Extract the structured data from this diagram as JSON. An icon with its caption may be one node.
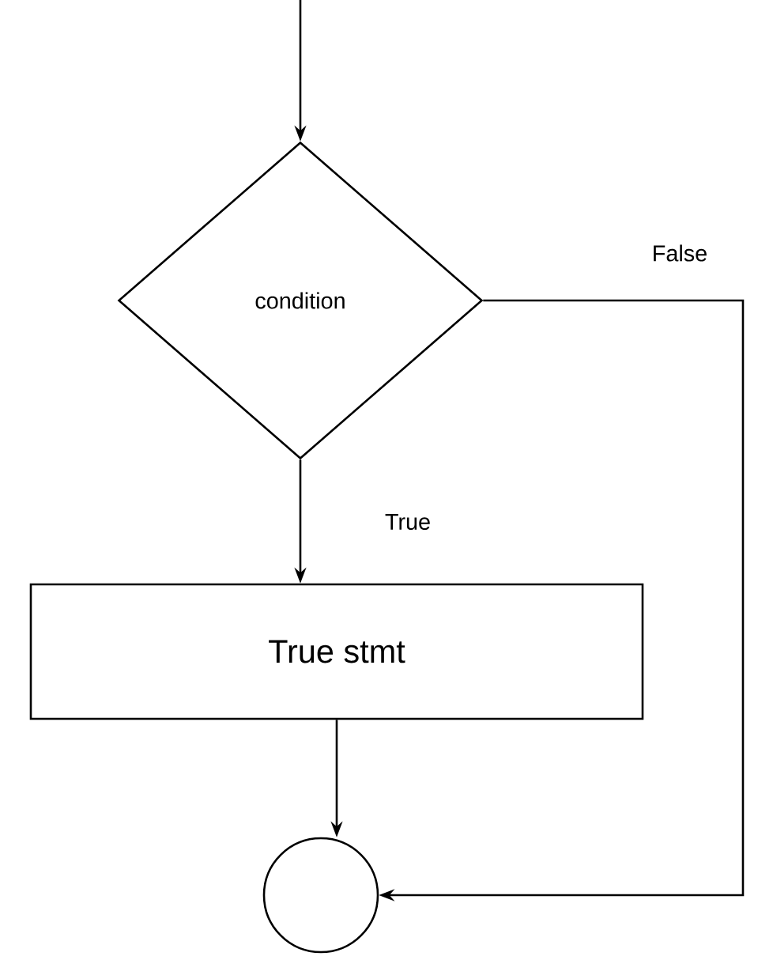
{
  "diagram": {
    "nodes": [
      {
        "text": [
          "condition"
        ]
      },
      {
        "text": [
          "True stmt"
        ]
      },
      {
        "text": [],
        "shape": "circle"
      }
    ],
    "edges": [
      {
        "from": null,
        "to": 0,
        "arrow": "to"
      },
      {
        "from": 0,
        "to": 1,
        "arrow": "to",
        "label": "True"
      },
      {
        "from": 0,
        "to": 2,
        "arrow": "to",
        "label": "False"
      },
      {
        "from": 1,
        "to": 2,
        "arrow": "to"
      }
    ]
  }
}
